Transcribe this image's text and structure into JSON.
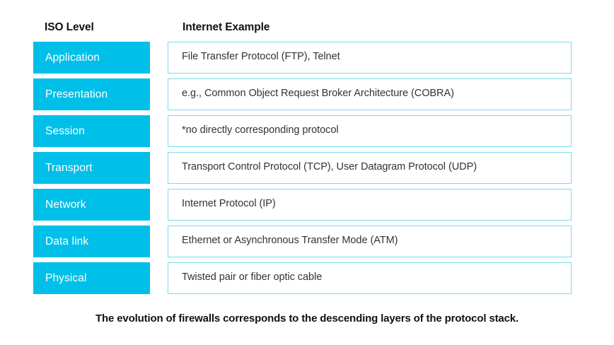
{
  "figure": {
    "background_color": "#ffffff",
    "accent_color": "#00bfe8",
    "border_color": "#79dcf2",
    "text_color": "#333333",
    "heading_color": "#111111"
  },
  "headers": {
    "iso_level": "ISO Level",
    "internet_example": "Internet Example"
  },
  "rows": [
    {
      "iso_level": "Application",
      "internet_example": "File Transfer Protocol (FTP), Telnet"
    },
    {
      "iso_level": "Presentation",
      "internet_example": "e.g., Common Object Request Broker Architecture (COBRA)"
    },
    {
      "iso_level": "Session",
      "internet_example": "*no directly corresponding protocol"
    },
    {
      "iso_level": "Transport",
      "internet_example": "Transport Control Protocol (TCP), User Datagram Protocol (UDP)"
    },
    {
      "iso_level": "Network",
      "internet_example": "Internet Protocol (IP)"
    },
    {
      "iso_level": "Data link",
      "internet_example": "Ethernet or Asynchronous Transfer Mode (ATM)"
    },
    {
      "iso_level": "Physical",
      "internet_example": "Twisted pair or fiber optic cable"
    }
  ],
  "caption": "The evolution of firewalls corresponds to the descending layers of the protocol stack."
}
